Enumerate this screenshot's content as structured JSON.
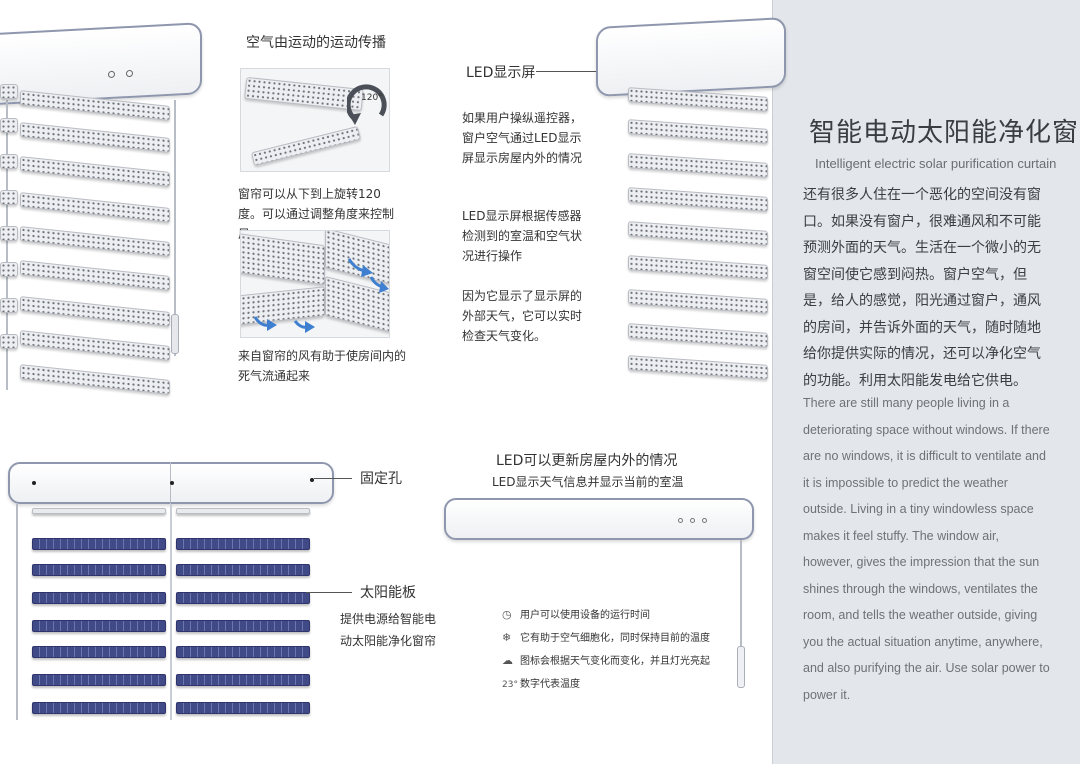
{
  "panel": {
    "title": "智能电动太阳能净化窗帘",
    "subtitle": "Intelligent electric solar purification curtain",
    "zh_text": "还有很多人住在一个恶化的空间没有窗口。如果没有窗户，很难通风和不可能预测外面的天气。生活在一个微小的无窗空间使它感到闷热。窗户空气，但是，给人的感觉，阳光通过窗户，通风的房间，并告诉外面的天气，随时随地给你提供实际的情况，还可以净化空气的功能。利用太阳能发电给它供电。",
    "en_text": "There are still many people living in a deteriorating space without windows. If there are no windows, it is difficult to ventilate and it is impossible to predict the weather outside. Living in a tiny windowless space makes it feel stuffy. The window air, however, gives the impression that the sun shines through the windows, ventilates the room, and tells the weather outside, giving you the actual situation anytime, anywhere, and also purifying the air. Use solar power to power it."
  },
  "airflow": {
    "heading": "空气由运动的运动传播",
    "angle_label": "120°",
    "rotate_caption": "窗帘可以从下到上旋转120度。可以通过调整角度来控制风。",
    "wind_caption": "来自窗帘的风有助于使房间内的死气流通起来"
  },
  "led": {
    "label": "LED显示屏",
    "desc1": "如果用户操纵遥控器，窗户空气通过LED显示屏显示房屋内外的情况",
    "desc2": "LED显示屏根据传感器检测到的室温和空气状况进行操作",
    "desc3": "因为它显示了显示屏的外部天气，它可以实时检查天气变化。"
  },
  "solar": {
    "fixing_hole_label": "固定孔",
    "panel_label": "太阳能板",
    "panel_desc": "提供电源给智能电动太阳能净化窗帘"
  },
  "display": {
    "heading": "LED可以更新房屋内外的情况",
    "subheading": "LED显示天气信息并显示当前的室温",
    "features": [
      {
        "icon": "clock-icon",
        "glyph": "◷",
        "text": "用户可以使用设备的运行时间"
      },
      {
        "icon": "snowflake-icon",
        "glyph": "❄",
        "text": "它有助于空气细胞化，同时保持目前的温度"
      },
      {
        "icon": "weather-icon",
        "glyph": "☁",
        "text": "图标会根据天气变化而变化，并且灯光亮起"
      },
      {
        "icon": "temperature-digits-icon",
        "glyph": "23°",
        "text": "数字代表温度"
      }
    ]
  },
  "colors": {
    "panel_bg": "#e3e6ea",
    "housing_border": "#8f97ae",
    "solar_blue": "#3f4a86",
    "airflow_arrow": "#3f7fd0"
  }
}
